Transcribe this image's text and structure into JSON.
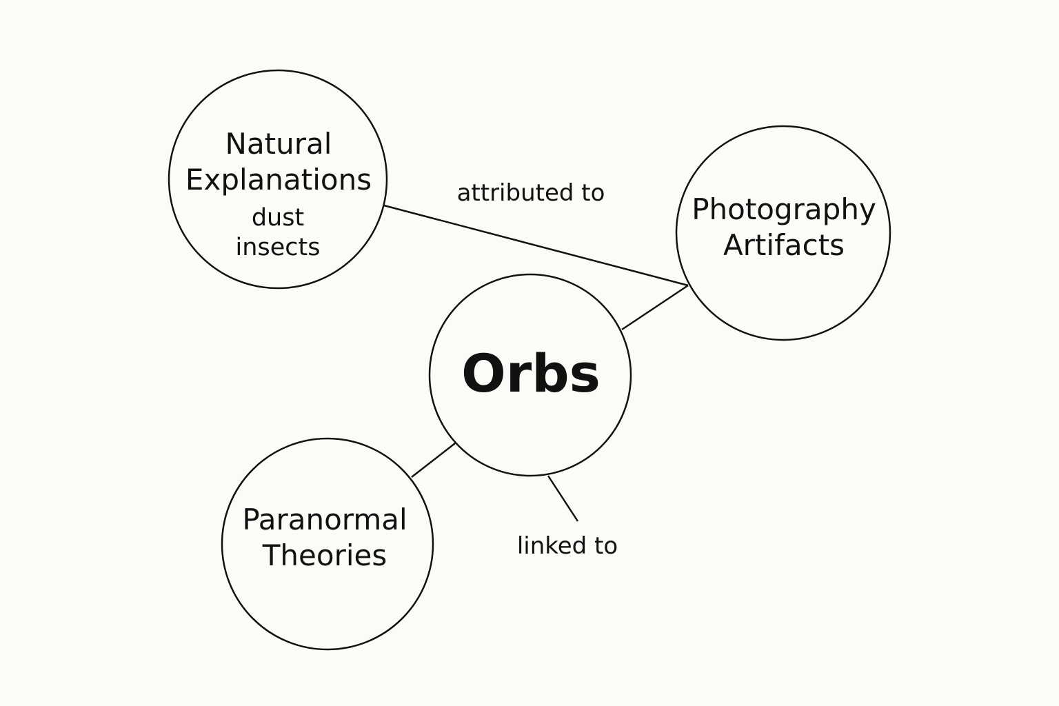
{
  "nodes": {
    "natural": {
      "title_line1": "Natural",
      "title_line2": "Explanations",
      "sub_line1": "dust",
      "sub_line2": "insects"
    },
    "photography": {
      "title_line1": "Photography",
      "title_line2": "Artifacts"
    },
    "orbs": {
      "title": "Orbs"
    },
    "paranormal": {
      "title_line1": "Paranormal",
      "title_line2": "Theories"
    }
  },
  "edges": {
    "attributed_label": "attributed to",
    "linked_label": "linked to"
  }
}
